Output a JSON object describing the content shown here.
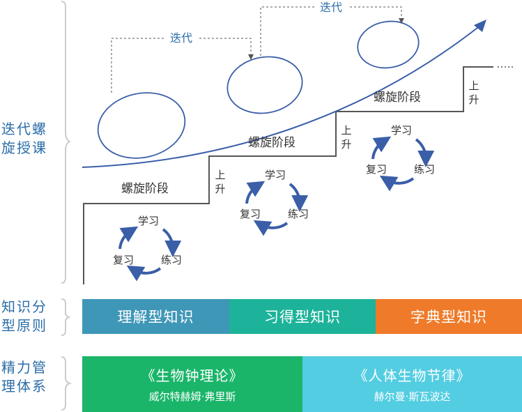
{
  "side_labels": {
    "top": "迭代螺\n旋授课",
    "middle": "知识分\n型原则",
    "bottom": "精力管\n理体系"
  },
  "iteration_label": "迭代",
  "stage_label": "螺旋阶段",
  "rise_label": [
    "上",
    "升"
  ],
  "cycle": {
    "learn": "学习",
    "practice": "练习",
    "review": "复习"
  },
  "knowledge_types": [
    {
      "label": "理解型知识",
      "color": "#3f97b8"
    },
    {
      "label": "习得型知识",
      "color": "#1db39a"
    },
    {
      "label": "字典型知识",
      "color": "#ef7b2a"
    }
  ],
  "books": [
    {
      "title": "《生物钟理论》",
      "author": "威尔特赫姆·弗里斯",
      "color": "#1ab569"
    },
    {
      "title": "《人体生物节律》",
      "author": "赫尔曼·斯瓦波达",
      "color": "#53cde2"
    }
  ],
  "colors": {
    "accent": "#2b6da8",
    "arrow": "#3a5ea8",
    "line": "#555555"
  }
}
